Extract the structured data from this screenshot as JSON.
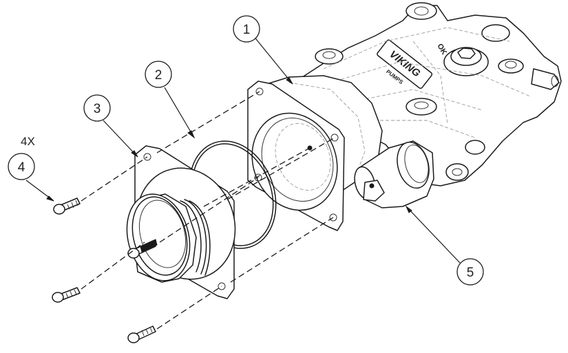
{
  "diagram": {
    "balloons": [
      {
        "id": "1",
        "label": "1"
      },
      {
        "id": "2",
        "label": "2"
      },
      {
        "id": "3",
        "label": "3"
      },
      {
        "id": "4",
        "label": "4"
      },
      {
        "id": "5",
        "label": "5"
      }
    ],
    "quantity_note": "4X",
    "housing_logo_text": "VIKING",
    "housing_sub_text": "PUMPS",
    "housing_side_text": "OK"
  }
}
